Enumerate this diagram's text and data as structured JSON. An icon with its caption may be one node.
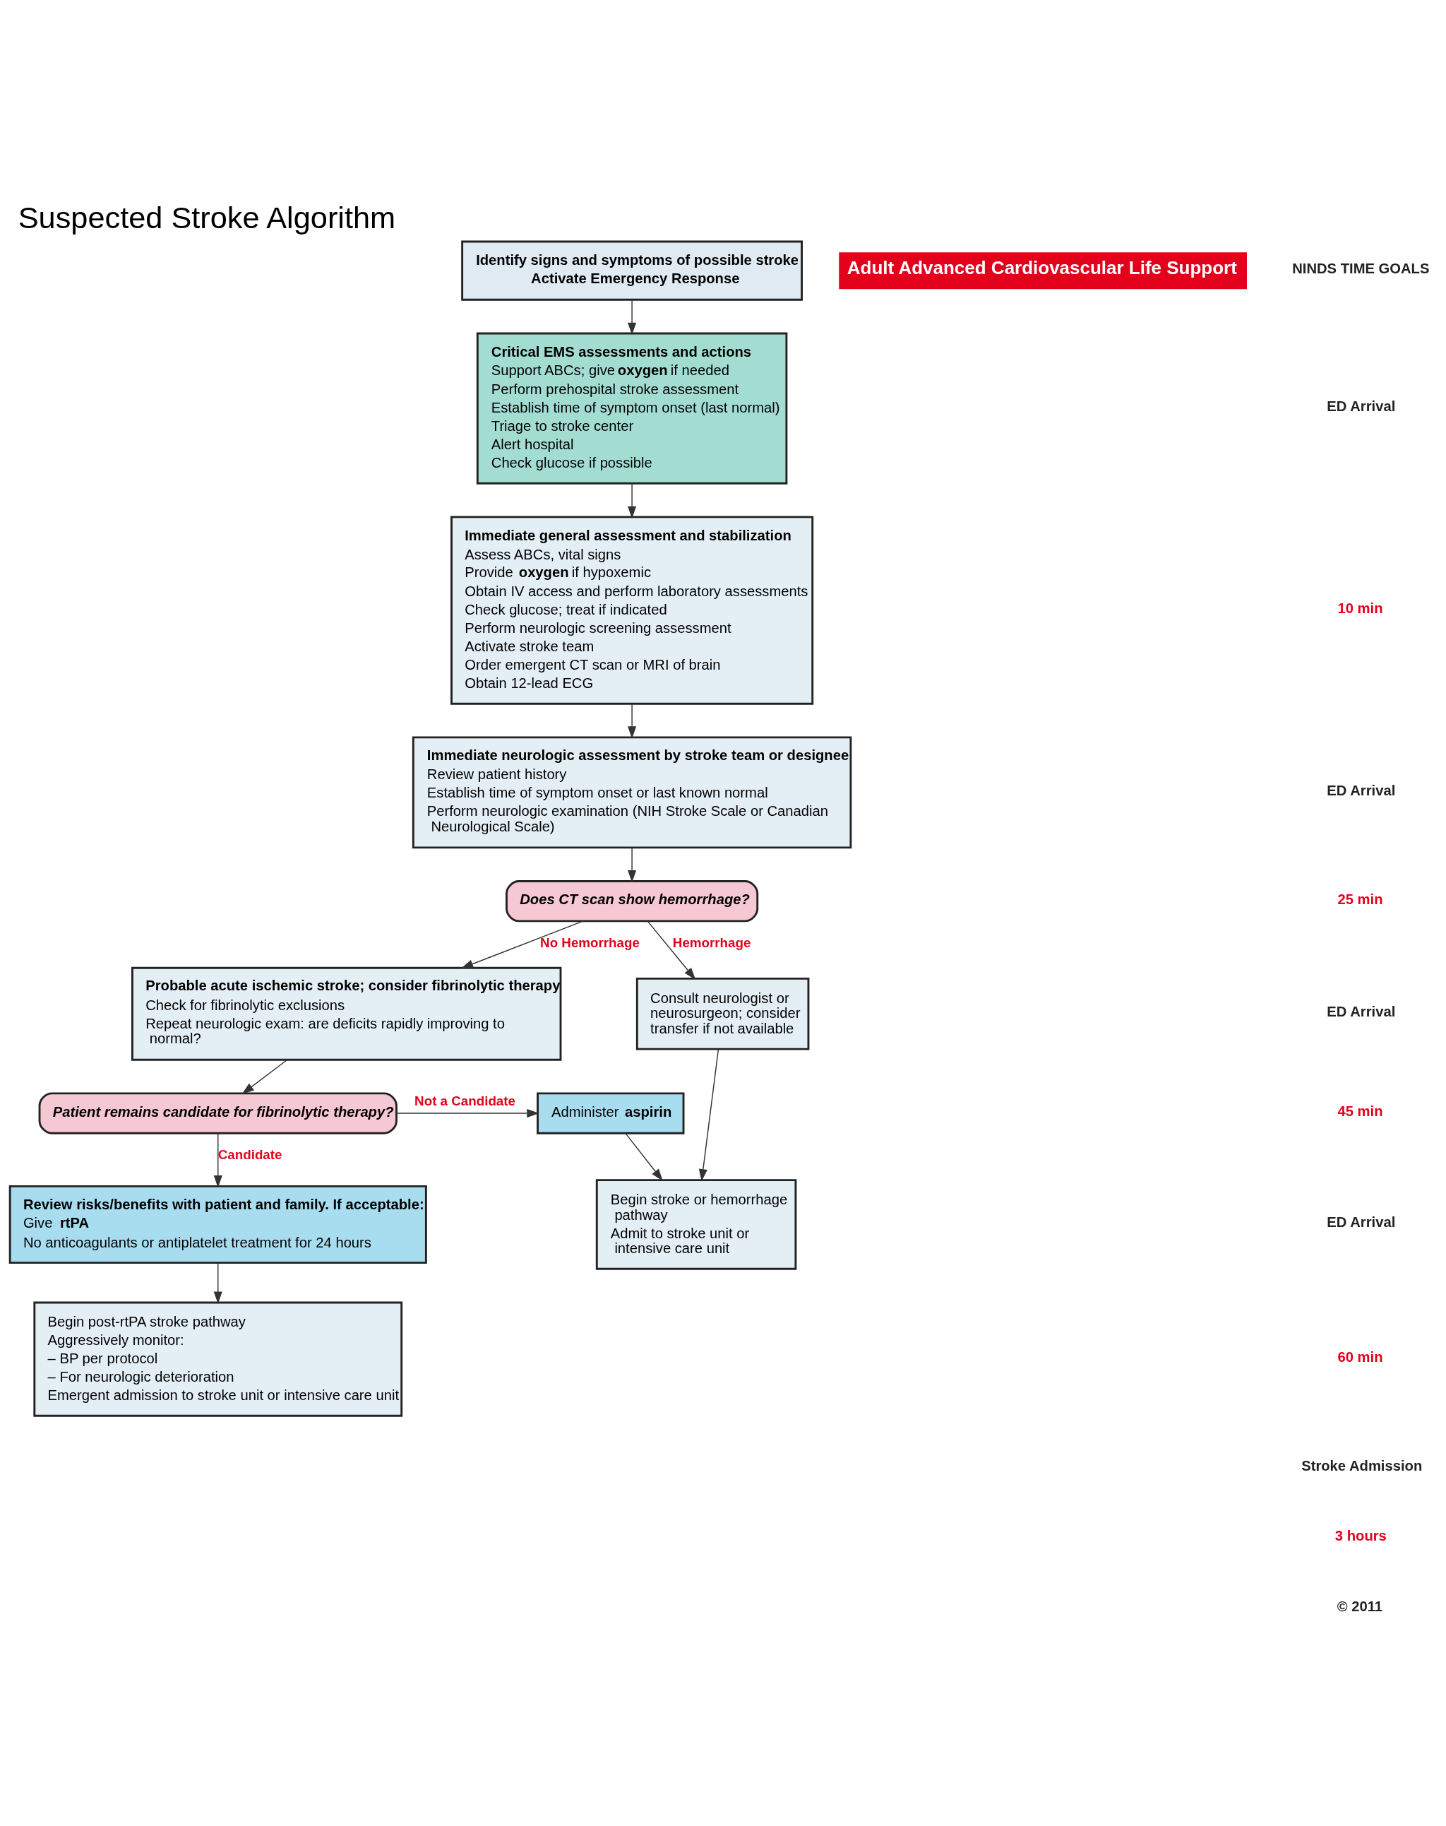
{
  "diagram": {
    "title": "Suspected Stroke Algorithm",
    "nodes": [
      {
        "text": [
          "Identify signs and symptoms of possible stroke",
          "Activate Emergency Response"
        ]
      },
      {
        "text": [
          "Critical EMS assessments and actions",
          "Support ABCs; give **oxygen** if needed",
          "Perform prehospital stroke assessment",
          "Establish time of symptom onset (last normal)",
          "Triage to stroke center",
          "Alert hospital",
          "Check glucose if possible"
        ]
      },
      {
        "text": [
          "Immediate general assessment and stabilization",
          "Assess ABCs, vital signs",
          "Provide **oxygen** if hypoxemic",
          "Obtain IV access and perform laboratory assessments",
          "Check glucose; treat if indicated",
          "Perform neurologic screening assessment",
          "Activate stroke team",
          "Order emergent CT scan or MRI of brain",
          "Obtain 12-lead ECG"
        ]
      },
      {
        "text": [
          "Immediate neurologic assessment by stroke team or designee",
          "Review patient history",
          "Establish time of symptom onset or last known normal",
          "Perform neurologic examination (NIH Stroke Scale or Canadian Neurological Scale)"
        ]
      },
      {
        "text": [
          "Does CT scan show hemorrhage?"
        ]
      },
      {
        "text": [
          "Probable acute ischemic stroke; consider fibrinolytic therapy",
          "Check for fibrinolytic exclusions",
          "Repeat neurologic exam: are deficits rapidly improving to normal?"
        ]
      },
      {
        "text": [
          "Consult neurologist or neurosurgeon; consider transfer if not available"
        ]
      },
      {
        "text": [
          "Patient remains candidate for fibrinolytic therapy?"
        ]
      },
      {
        "text": [
          "Administer **aspirin**"
        ]
      },
      {
        "text": [
          "Review risks/benefits with patient and family. If acceptable:",
          "Give **rtPA**",
          "No anticoagulants or antiplatelet treatment for 24 hours"
        ]
      },
      {
        "text": [
          "Begin stroke or hemorrhage pathway",
          "Admit to stroke unit or intensive care unit"
        ]
      },
      {
        "text": [
          "Begin post-rtPA stroke pathway",
          "Aggressively monitor:",
          "– BP per protocol",
          "– For neurologic deterioration",
          "Emergent admission to stroke unit or intensive care unit"
        ]
      }
    ],
    "edges": [
      {
        "from": 0,
        "to": 1,
        "arrow": "to"
      },
      {
        "from": 1,
        "to": 2,
        "arrow": "to"
      },
      {
        "from": 2,
        "to": 3,
        "arrow": "to"
      },
      {
        "from": 3,
        "to": 4,
        "arrow": "to"
      },
      {
        "from": 4,
        "to": 5,
        "arrow": "to",
        "label": "No Hemorrhage"
      },
      {
        "from": 4,
        "to": 6,
        "arrow": "to",
        "label": "Hemorrhage"
      },
      {
        "from": 5,
        "to": 7,
        "arrow": "to"
      },
      {
        "from": 7,
        "to": 8,
        "arrow": "to",
        "label": "Not a Candidate"
      },
      {
        "from": 7,
        "to": 9,
        "arrow": "to",
        "label": "Candidate"
      },
      {
        "from": 8,
        "to": 10,
        "arrow": "to"
      },
      {
        "from": 6,
        "to": 10,
        "arrow": "to"
      },
      {
        "from": 9,
        "to": 11,
        "arrow": "to"
      }
    ],
    "labels": [
      "Adult Advanced Cardiovascular Life Support",
      "NINDS TIME GOALS",
      "ED Arrival",
      "10 min",
      "ED Arrival",
      "25 min",
      "ED Arrival",
      "45 min",
      "ED Arrival",
      "60 min",
      "Stroke Admission",
      "3 hours",
      "© 2011"
    ]
  }
}
